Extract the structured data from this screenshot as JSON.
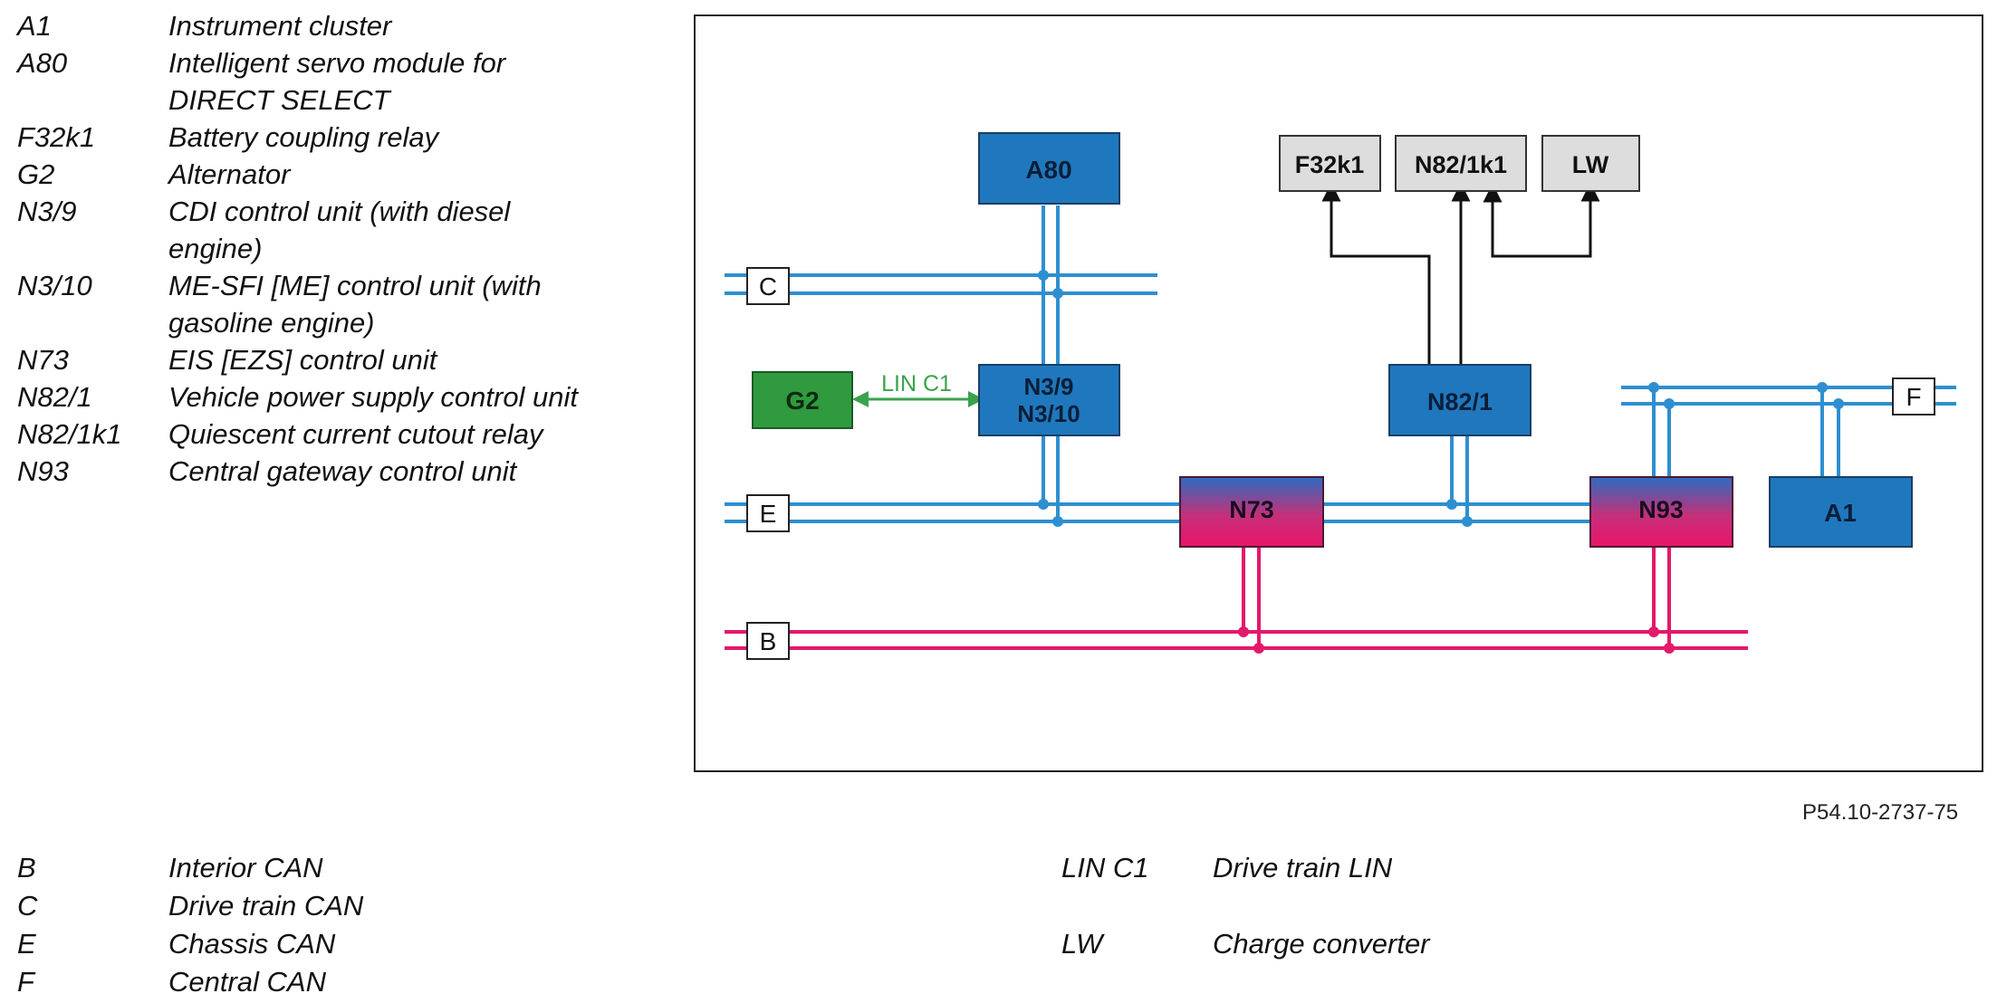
{
  "legend_top": [
    {
      "code": "A1",
      "lines": [
        "Instrument cluster"
      ]
    },
    {
      "code": "A80",
      "lines": [
        "Intelligent servo module for",
        "DIRECT SELECT"
      ]
    },
    {
      "code": "F32k1",
      "lines": [
        "Battery coupling relay"
      ]
    },
    {
      "code": "G2",
      "lines": [
        "Alternator"
      ]
    },
    {
      "code": "N3/9",
      "lines": [
        "CDI control unit (with diesel",
        "engine)"
      ]
    },
    {
      "code": "N3/10",
      "lines": [
        "ME-SFI [ME] control unit (with",
        "gasoline engine)"
      ]
    },
    {
      "code": "N73",
      "lines": [
        "EIS [EZS] control unit"
      ]
    },
    {
      "code": "N82/1",
      "lines": [
        "Vehicle power supply control unit"
      ]
    },
    {
      "code": "N82/1k1",
      "lines": [
        "Quiescent current cutout relay"
      ]
    },
    {
      "code": "N93",
      "lines": [
        "Central gateway control unit"
      ]
    }
  ],
  "legend_bottom_left": [
    {
      "code": "B",
      "desc": "Interior CAN"
    },
    {
      "code": "C",
      "desc": "Drive train CAN"
    },
    {
      "code": "E",
      "desc": "Chassis CAN"
    },
    {
      "code": "F",
      "desc": "Central CAN"
    }
  ],
  "legend_bottom_right": [
    {
      "code": "LIN C1",
      "desc": "Drive train LIN"
    },
    {
      "code": "LW",
      "desc": "Charge converter"
    }
  ],
  "figure_ref": "P54.10-2737-75",
  "diagram": {
    "modules": {
      "a80": "A80",
      "f32k1": "F32k1",
      "n82_1k1": "N82/1k1",
      "lw": "LW",
      "g2": "G2",
      "n3": [
        "N3/9",
        "N3/10"
      ],
      "n82_1": "N82/1",
      "n73": "N73",
      "n93": "N93",
      "a1": "A1"
    },
    "bus_labels": {
      "c": "C",
      "e": "E",
      "b": "B",
      "f": "F"
    },
    "lin_label": "LIN C1"
  },
  "colors": {
    "can_blue": "#2e8fd0",
    "can_pink": "#e3196a",
    "module_blue": "#1f78bd",
    "module_gray": "#dddddd",
    "module_green": "#2f9a3e",
    "lin_green": "#3aa24c"
  }
}
